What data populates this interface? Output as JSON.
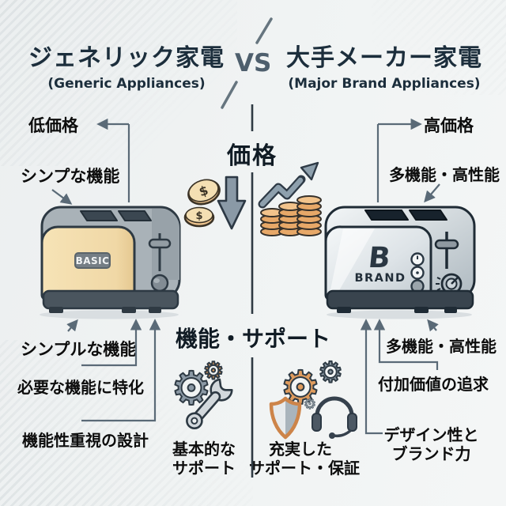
{
  "header": {
    "left_title": "ジェネリック家電",
    "left_subtitle": "(Generic Appliances)",
    "vs": "VS",
    "right_title": "大手メーカー家電",
    "right_subtitle": "(Major Brand Appliances)"
  },
  "sections": {
    "price_heading": "価格",
    "feature_heading": "機能・サポート"
  },
  "left": {
    "labels": {
      "low_price": "低価格",
      "simple_function_top": "シンプな機能",
      "simple_function_bottom": "シンプルな機能",
      "focused_functions": "必要な機能に特化",
      "functional_design": "機能性重視の設計"
    },
    "toaster_badge": "BASIC",
    "support_caption_line1": "基本的な",
    "support_caption_line2": "サポート"
  },
  "right": {
    "labels": {
      "high_price": "高価格",
      "multi_function_top": "多機能・高性能",
      "multi_function_bottom": "多機能・高性能",
      "added_value": "付加価値の追求",
      "design_brand_line1": "デザイン性と",
      "design_brand_line2": "ブランド力"
    },
    "toaster_logo": "B",
    "toaster_brand": "BRAND",
    "support_caption_line1": "充実した",
    "support_caption_line2": "サポート・保証"
  },
  "icons": {
    "gear_glyph": "⚙",
    "dollar": "$",
    "names": [
      "coins-falling-icon",
      "down-arrow-icon",
      "up-trend-arrow-icon",
      "coin-stacks-icon",
      "gear-icon",
      "wrench-icon",
      "shield-icon",
      "headset-icon"
    ]
  },
  "colors": {
    "title_navy": "#1c2e3c",
    "connector_slate": "#5a6a77",
    "divider_dark": "#2f3a43",
    "toaster_cream": "#f3ddab",
    "toaster_silver": "#ccd4da",
    "gear_gray": "#8b99a5",
    "gear_orange": "#df9c5e",
    "coin_tan": "#e7a868",
    "coin_cream": "#f4dfb3"
  }
}
